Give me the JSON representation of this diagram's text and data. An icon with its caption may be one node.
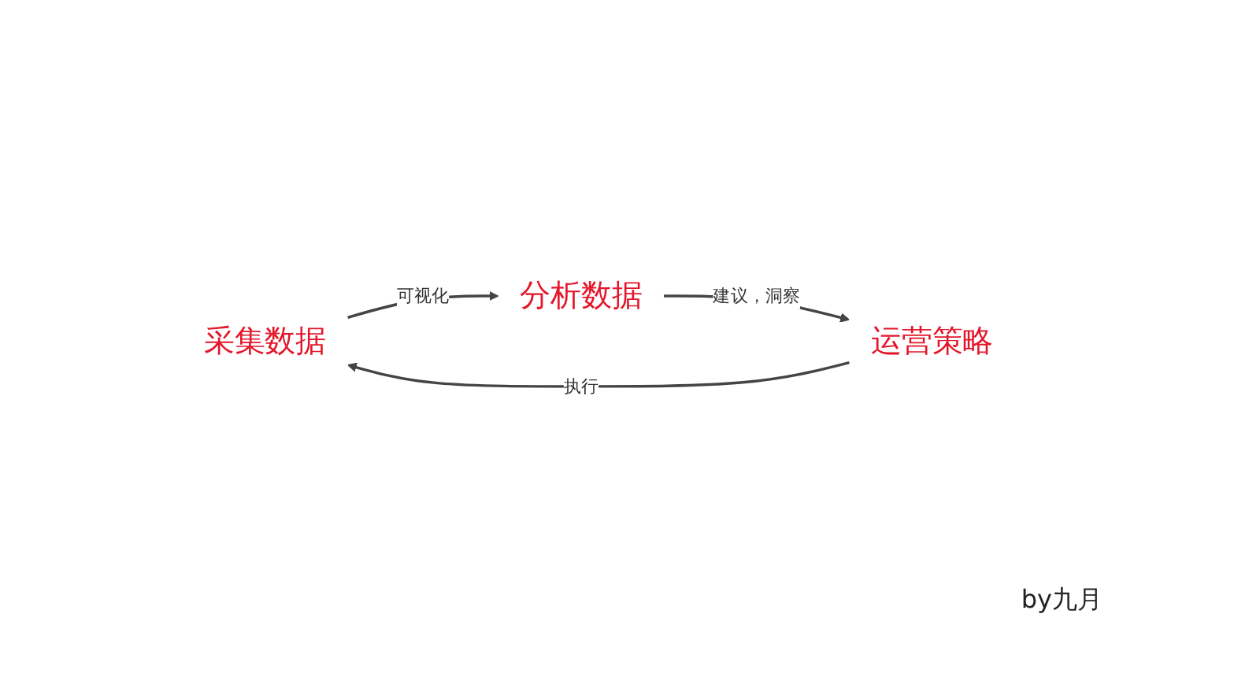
{
  "diagram": {
    "nodes": [
      {
        "text": [
          "采集数据"
        ]
      },
      {
        "text": [
          "分析数据"
        ]
      },
      {
        "text": [
          "运营策略"
        ]
      }
    ],
    "edges": [
      {
        "from": 0,
        "to": 1,
        "arrow": "to",
        "label": "可视化"
      },
      {
        "from": 1,
        "to": 2,
        "arrow": "to",
        "label": "建议，洞察"
      },
      {
        "from": 2,
        "to": 0,
        "arrow": "to",
        "label": "执行"
      }
    ],
    "labels": [
      "by九月"
    ]
  }
}
